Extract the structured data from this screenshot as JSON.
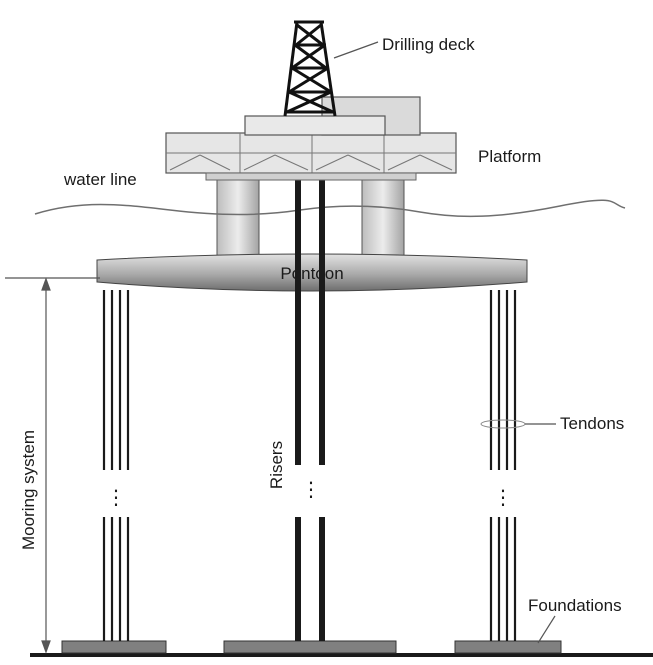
{
  "labels": {
    "drilling_deck": "Drilling deck",
    "platform": "Platform",
    "water_line": "water line",
    "pontoon": "Pontoon",
    "tendons": "Tendons",
    "mooring_system": "Mooring system",
    "risers": "Risers",
    "foundations": "Foundations",
    "ellipsis": "⋮"
  },
  "colors": {
    "line": "#1a1a1a",
    "pontoon_light": "#d4d4d4",
    "pontoon_dark": "#8f8f8f",
    "deck_fill": "#e6e6e6",
    "column_fill": "#cfcfcf",
    "foundation_fill": "#808080",
    "water": "#6f6f6f"
  }
}
